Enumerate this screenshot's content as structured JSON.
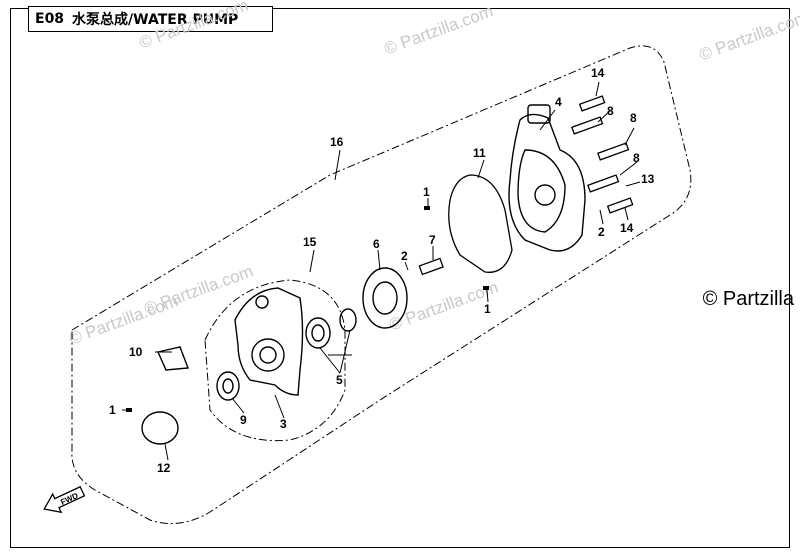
{
  "header": {
    "code": "E08",
    "title": "水泵总成/WATER PUMP"
  },
  "watermarks": [
    "© Partzilla.com",
    "© Partzilla.com",
    "© Partzilla.com",
    "© Partzilla.com",
    "© Partzilla.com",
    "© Partzilla.com"
  ],
  "corner_watermark": "© Partzilla",
  "fwd_label": "FWD",
  "callouts": [
    "1",
    "1",
    "1",
    "2",
    "2",
    "3",
    "4",
    "5",
    "6",
    "7",
    "8",
    "8",
    "8",
    "9",
    "10",
    "11",
    "12",
    "13",
    "14",
    "14",
    "15",
    "16"
  ]
}
